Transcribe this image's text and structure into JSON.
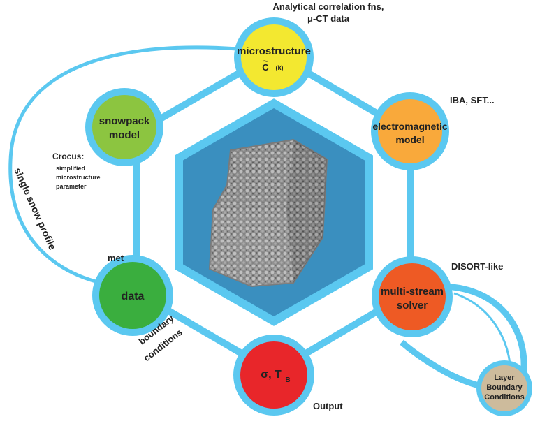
{
  "nodes": {
    "microstructure": {
      "title": "microstructure",
      "sub_tilde": "~",
      "sub_c": "C",
      "sub_k": "(k)",
      "color": "#f3e830"
    },
    "electromagnetic": {
      "line1": "electromagnetic",
      "line2": "model",
      "color": "#f9a93b"
    },
    "solver": {
      "line1": "multi-stream",
      "line2": "solver",
      "color": "#ee5a24"
    },
    "output": {
      "sigma": "σ, T",
      "sub_b": "B",
      "color": "#e8262a"
    },
    "data": {
      "title": "data",
      "color": "#3aae3e"
    },
    "snowpack": {
      "line1": "snowpack",
      "line2": "model",
      "color": "#8cc540"
    },
    "layer": {
      "line1": "Layer",
      "line2": "Boundary",
      "line3": "Conditions",
      "color": "#cdbb9c"
    }
  },
  "annotations": {
    "top_line1": "Analytical correlation fns,",
    "top_line2": "μ-CT data",
    "iba": "IBA, SFT...",
    "disort": "DISORT-like",
    "output": "Output",
    "crocus_title": "Crocus:",
    "crocus_1": "simplified",
    "crocus_2": "microstructure",
    "crocus_3": "parameter",
    "met": "met",
    "boundary_1": "boundary",
    "boundary_2": "conditions",
    "single_profile": "single snow profile"
  },
  "colors": {
    "ring": "#5bc8f0",
    "hex_fill": "#3a8fbf",
    "hex_border": "#5bc8f0"
  }
}
